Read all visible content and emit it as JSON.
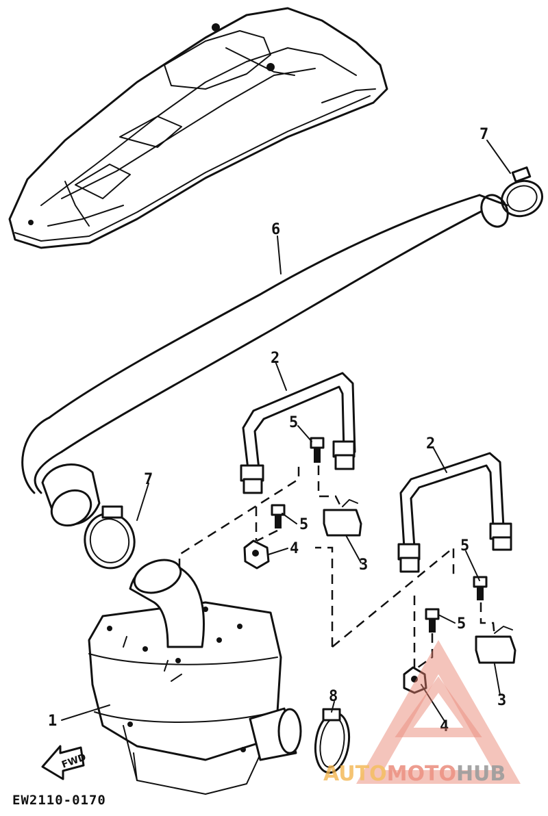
{
  "diagram": {
    "caption": "EW2110-0170",
    "fwd_label": "FWD",
    "callouts": {
      "c1": "1",
      "c2a": "2",
      "c2b": "2",
      "c3a": "3",
      "c3b": "3",
      "c4a": "4",
      "c4b": "4",
      "c5a": "5",
      "c5b": "5",
      "c5c": "5",
      "c5d": "5",
      "c6": "6",
      "c7a": "7",
      "c7b": "7",
      "c8": "8"
    }
  },
  "watermark": {
    "part1": "AUTO",
    "part2": "MOTO",
    "part3": "HUB",
    "color_primary": "#e8806e",
    "color_secondary": "#f2b24a",
    "color_dark": "#8a8a8a"
  }
}
